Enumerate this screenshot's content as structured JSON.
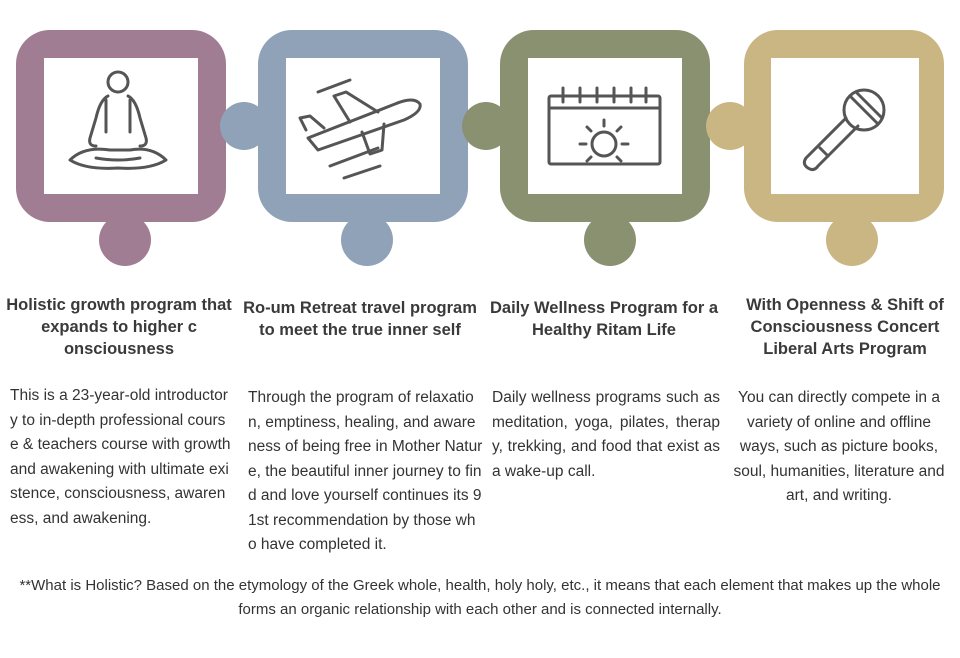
{
  "colors": {
    "piece1": "#a07d93",
    "piece2": "#8fa2b8",
    "piece3": "#8a9170",
    "piece4": "#c9b683",
    "icon": "#555555"
  },
  "cards": [
    {
      "icon": "meditation-icon",
      "title": "Holistic growth program that expands to higher c onsciousness",
      "body": "This is a 23-year-old introductory to in-depth professional course & teachers course with growth and awakening with ultimate existence, consciousness, awareness, and awakening."
    },
    {
      "icon": "airplane-icon",
      "title": "Ro-um Retreat travel program to meet the true inner self",
      "body": "Through the program of relaxation, emptiness, healing, and awareness of being free in Mother Nature, the beautiful inner journey to find and love yourself continues its 91st recommendation by those who have completed it."
    },
    {
      "icon": "calendar-sun-icon",
      "title": "Daily Wellness Program for a Healthy Ritam Life",
      "body": "Daily wellness programs such as meditation, yoga, pilates, therapy, trekking, and food that exist as a wake-up call."
    },
    {
      "icon": "microphone-icon",
      "title": "With Openness & Shift of Consciousness Concert Liberal Arts Program",
      "body": "You can directly compete in a variety of online and offline ways, such as picture books, soul, humanities, literature and art, and writing."
    }
  ],
  "footnote": "**What is Holistic? Based on the etymology of the Greek whole, health, holy holy, etc., it means that each element that makes up the whole forms an organic relationship with each other and is connected internally."
}
